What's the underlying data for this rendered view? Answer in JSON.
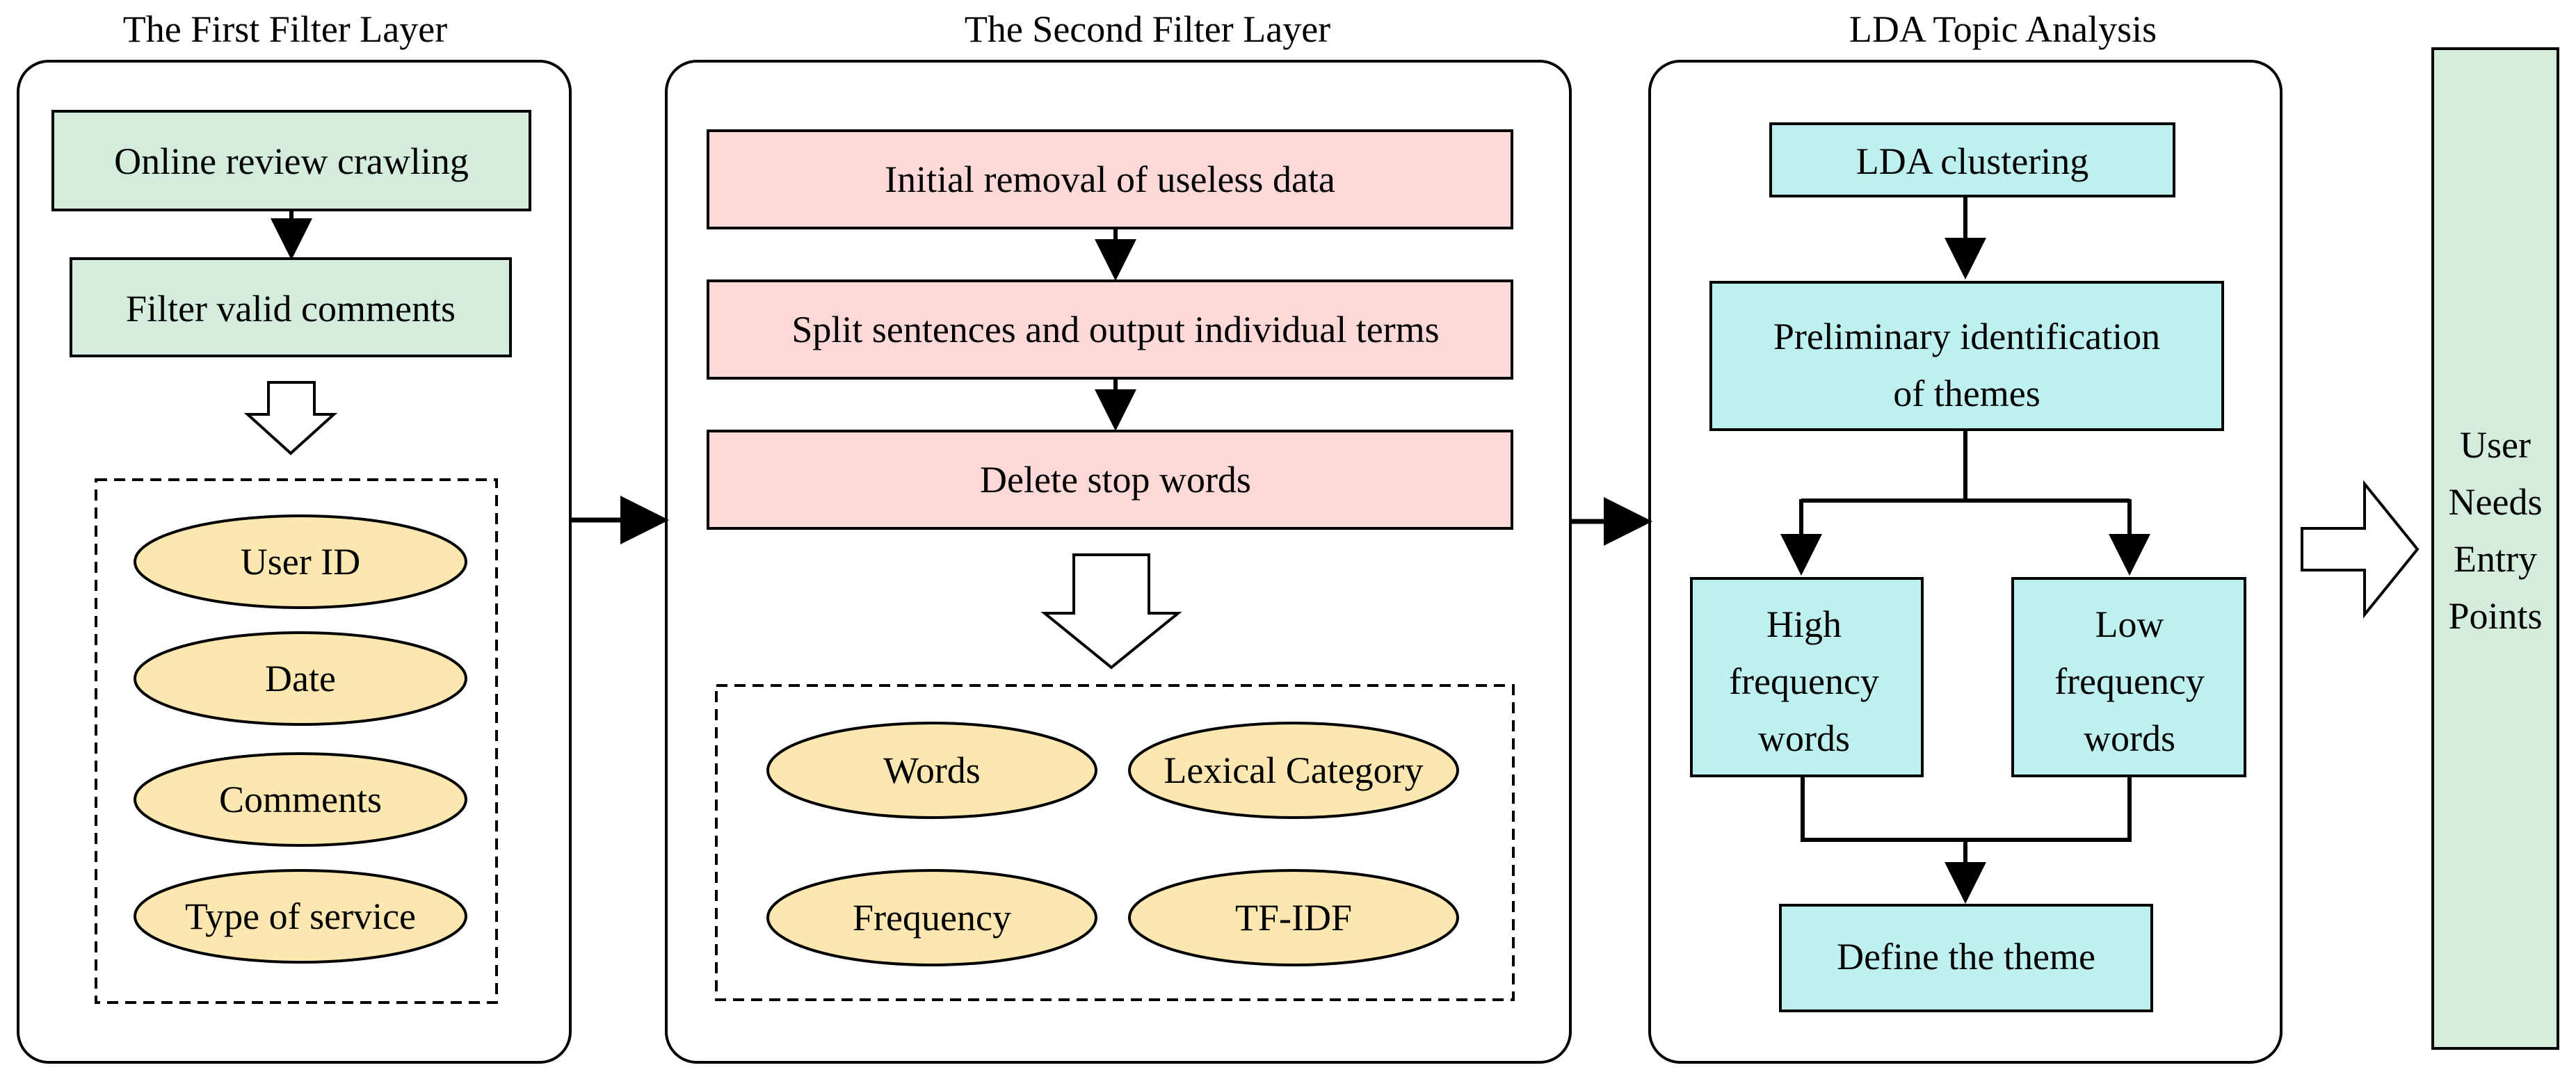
{
  "titles": {
    "first": "The First Filter Layer",
    "second": "The Second Filter Layer",
    "third": "LDA Topic Analysis"
  },
  "first_layer": {
    "step1": "Online review crawling",
    "step2": "Filter valid comments",
    "fields": [
      "User ID",
      "Date",
      "Comments",
      "Type of service"
    ]
  },
  "second_layer": {
    "step1": "Initial removal of useless data",
    "step2": "Split sentences and output individual terms",
    "step3": "Delete stop words",
    "outputs": [
      "Words",
      "Lexical Category",
      "Frequency",
      "TF-IDF"
    ]
  },
  "lda": {
    "step1": "LDA clustering",
    "step2": [
      "Preliminary identification",
      "of themes"
    ],
    "high": [
      "High",
      "frequency",
      "words"
    ],
    "low": [
      "Low",
      "frequency",
      "words"
    ],
    "define": "Define the theme"
  },
  "result": [
    "User",
    "Needs",
    "Entry",
    "Points"
  ],
  "colors": {
    "green": "#d4ecdc",
    "pink": "#fcd9d7",
    "cyan": "#bff0f0",
    "ellipse": "#fde7b0",
    "result": "#d4ecdc"
  }
}
